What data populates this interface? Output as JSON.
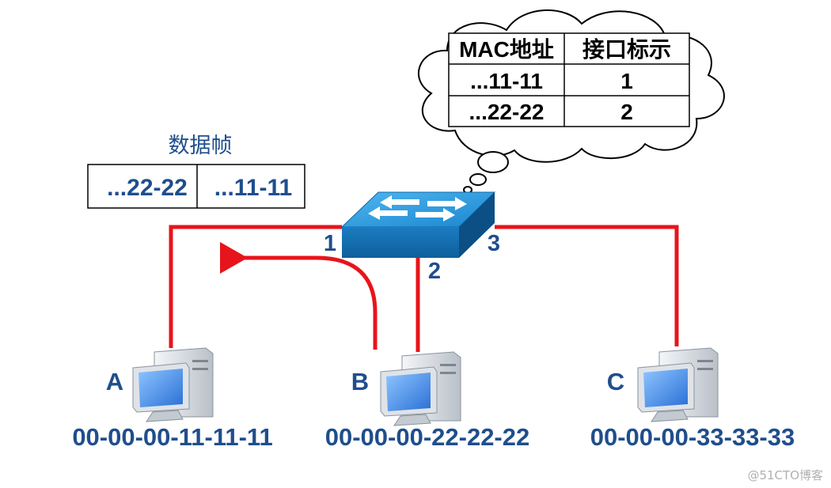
{
  "frame": {
    "title": "数据帧",
    "dest": "...22-22",
    "src": "...11-11"
  },
  "mac_table": {
    "headers": [
      "MAC地址",
      "接口标示"
    ],
    "rows": [
      [
        "...11-11",
        "1"
      ],
      [
        "...22-22",
        "2"
      ]
    ]
  },
  "ports": [
    "1",
    "2",
    "3"
  ],
  "hosts": [
    {
      "label": "A",
      "mac": "00-00-00-11-11-11"
    },
    {
      "label": "B",
      "mac": "00-00-00-22-22-22"
    },
    {
      "label": "C",
      "mac": "00-00-00-33-33-33"
    }
  ],
  "watermark": "@51CTO博客",
  "colors": {
    "link": "#e8141b",
    "label": "#1f4e8c",
    "switch": "#1e8fd6"
  }
}
